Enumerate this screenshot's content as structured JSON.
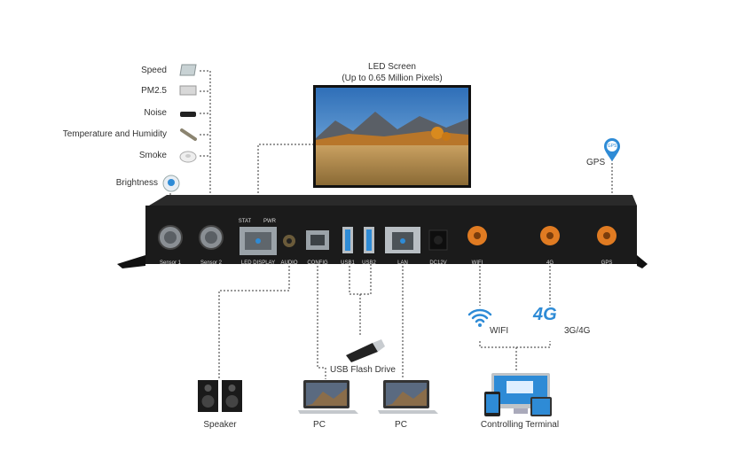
{
  "led_screen": {
    "title": "LED Screen",
    "subtitle": "(Up to 0.65 Million Pixels)"
  },
  "sensors": [
    "Speed",
    "PM2.5",
    "Noise",
    "Temperature and Humidity",
    "Smoke"
  ],
  "brightness": "Brightness",
  "gps_label": "GPS",
  "gps_pin_text": "GPS",
  "ports": {
    "sensor1": "Sensor 1",
    "sensor2": "Sensor 2",
    "stat": "STAT",
    "pwr": "PWR",
    "led_display": "LED DISPLAY",
    "audio": "AUDIO",
    "config": "CONFIG",
    "usb1": "USB1",
    "usb2": "USB2",
    "lan": "LAN",
    "dc12v": "DC12V",
    "wifi": "WIFI",
    "4g": "4G",
    "gps": "GPS"
  },
  "wifi_label": "WIFI",
  "net_4g": {
    "logo": "4G",
    "label": "3G/4G"
  },
  "usb_flash": "USB Flash Drive",
  "speaker": "Speaker",
  "pc1": "PC",
  "pc2": "PC",
  "controlling_terminal": "Controlling  Terminal",
  "colors": {
    "accent_orange": "#e07b22",
    "accent_blue": "#2e8bd6",
    "device_black": "#1b1b1b"
  }
}
